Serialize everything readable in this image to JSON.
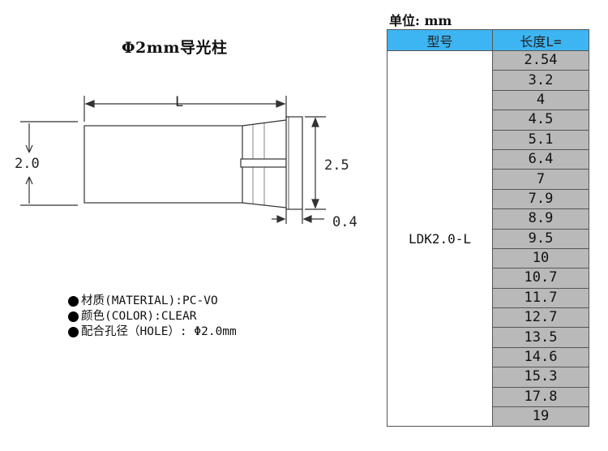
{
  "title": "Φ2mm导光柱",
  "drawing": {
    "dim_length": "L",
    "dim_height": "2.0",
    "dim_flange": "2.5",
    "dim_thickness": "0.4"
  },
  "specs": [
    "材质(MATERIAL):PC-VO",
    "颜色(COLOR):CLEAR",
    "配合孔径（HOLE）: Φ2.0mm"
  ],
  "unit_label": "单位: mm",
  "table": {
    "headers": [
      "型号",
      "长度L="
    ],
    "model": "LDK2.0-L",
    "lengths": [
      "2.54",
      "3.2",
      "4",
      "4.5",
      "5.1",
      "6.4",
      "7",
      "7.9",
      "8.9",
      "9.5",
      "10",
      "10.7",
      "11.7",
      "12.7",
      "13.5",
      "14.6",
      "15.3",
      "17.8",
      "19"
    ],
    "colors": {
      "header": "#3db5f2",
      "cell": "#b9b9b9"
    }
  }
}
